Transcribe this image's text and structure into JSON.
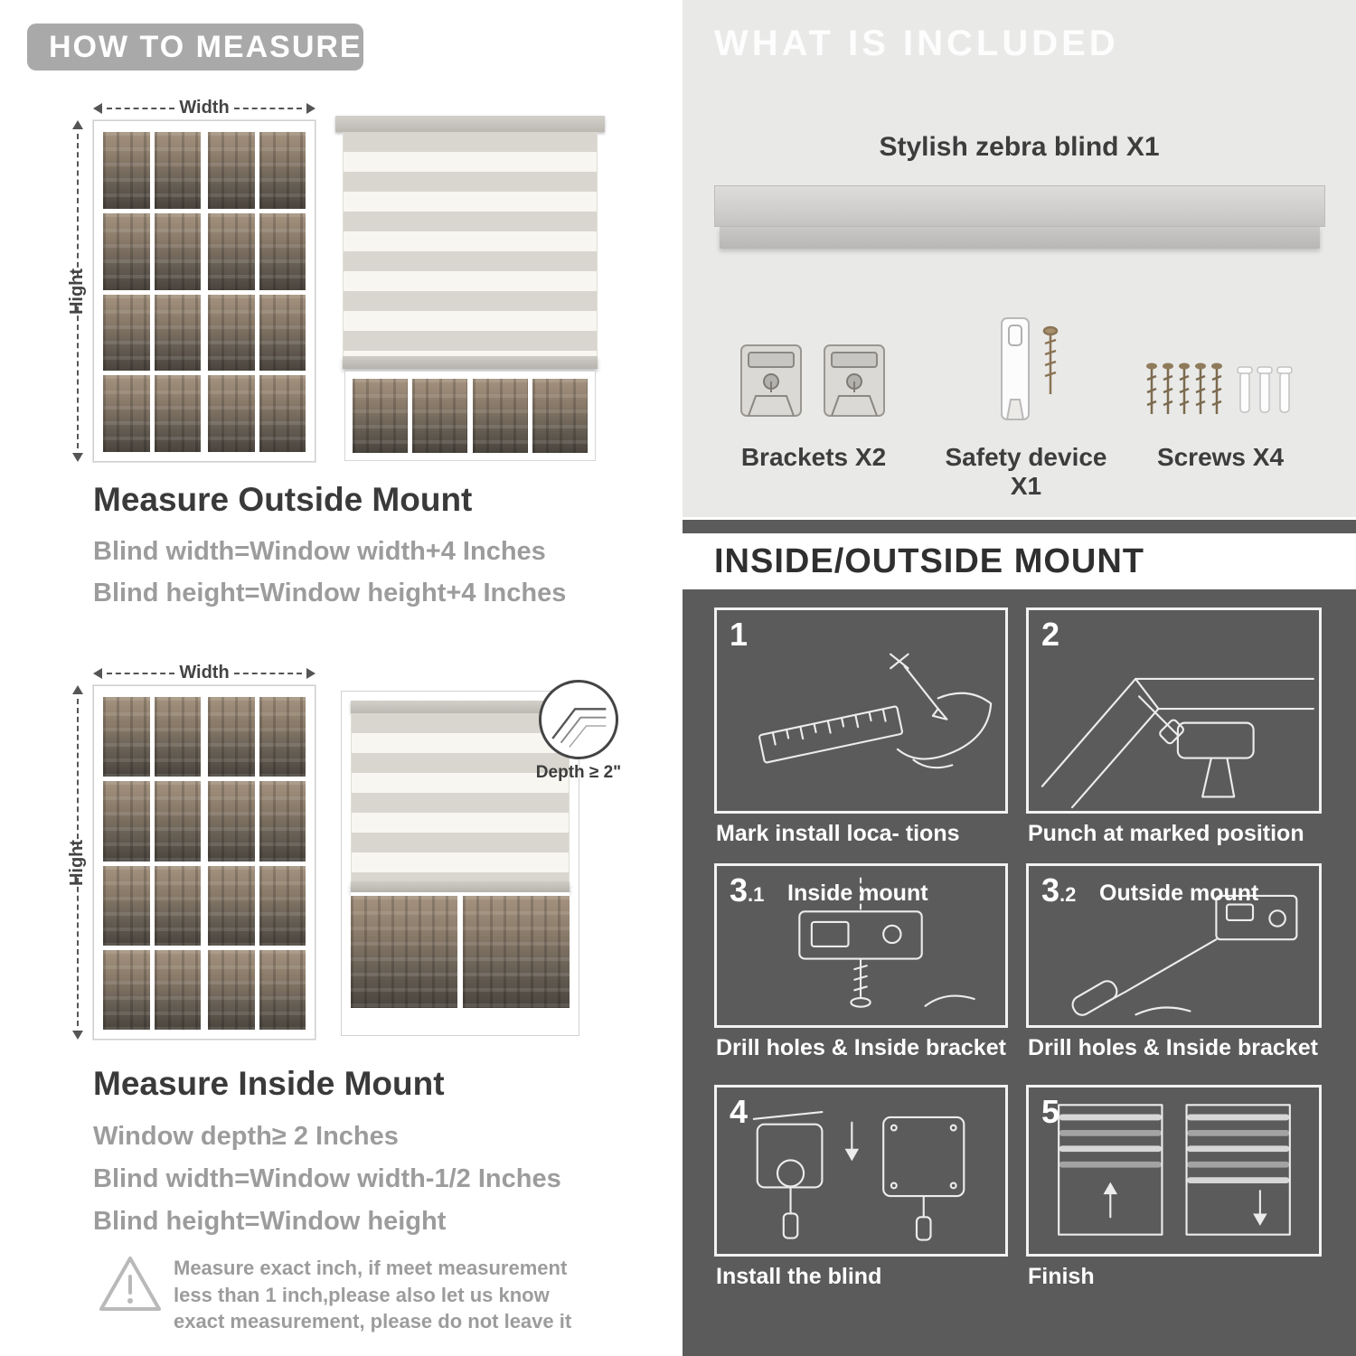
{
  "colors": {
    "pill_bg": "#a9a9a9",
    "light_panel_bg": "#e9e9e8",
    "dark_panel_bg": "#5b5b5b",
    "dark_text": "#3d3d3d",
    "gray_text": "#9c9c9c"
  },
  "left": {
    "header": "HOW TO MEASURE",
    "outside": {
      "width_label": "Width",
      "height_label": "Hight",
      "title": "Measure Outside Mount",
      "lines": [
        "Blind width=Window width+4 Inches",
        "Blind height=Window height+4 Inches"
      ]
    },
    "inside": {
      "width_label": "Width",
      "height_label": "Hight",
      "depth_label": "Depth ≥ 2\"",
      "title": "Measure Inside Mount",
      "lines": [
        "Window depth≥ 2 Inches",
        "Blind width=Window width-1/2 Inches",
        "Blind height=Window height"
      ]
    },
    "warning": "Measure exact inch, if meet measurement less than 1 inch,please also let us know exact measurement, please do not leave it"
  },
  "right": {
    "included": {
      "header": "WHAT IS INCLUDED",
      "blind_label": "Stylish zebra blind X1",
      "item_labels": [
        "Brackets X2",
        "Safety device X1",
        "Screws X4"
      ]
    },
    "mount": {
      "header": "INSIDE/OUTSIDE MOUNT",
      "steps": [
        {
          "num": "1",
          "sub": "",
          "title": "",
          "caption": "Mark install loca- tions"
        },
        {
          "num": "2",
          "sub": "",
          "title": "",
          "caption": "Punch at  marked position"
        },
        {
          "num": "3",
          "sub": ".1",
          "title": "Inside mount",
          "caption": "Drill holes &  Inside bracket"
        },
        {
          "num": "3",
          "sub": ".2",
          "title": "Outside mount",
          "caption": "Drill holes &  Inside bracket"
        },
        {
          "num": "4",
          "sub": "",
          "title": "",
          "caption": "Install the blind"
        },
        {
          "num": "5",
          "sub": "",
          "title": "",
          "caption": "Finish"
        }
      ]
    }
  }
}
